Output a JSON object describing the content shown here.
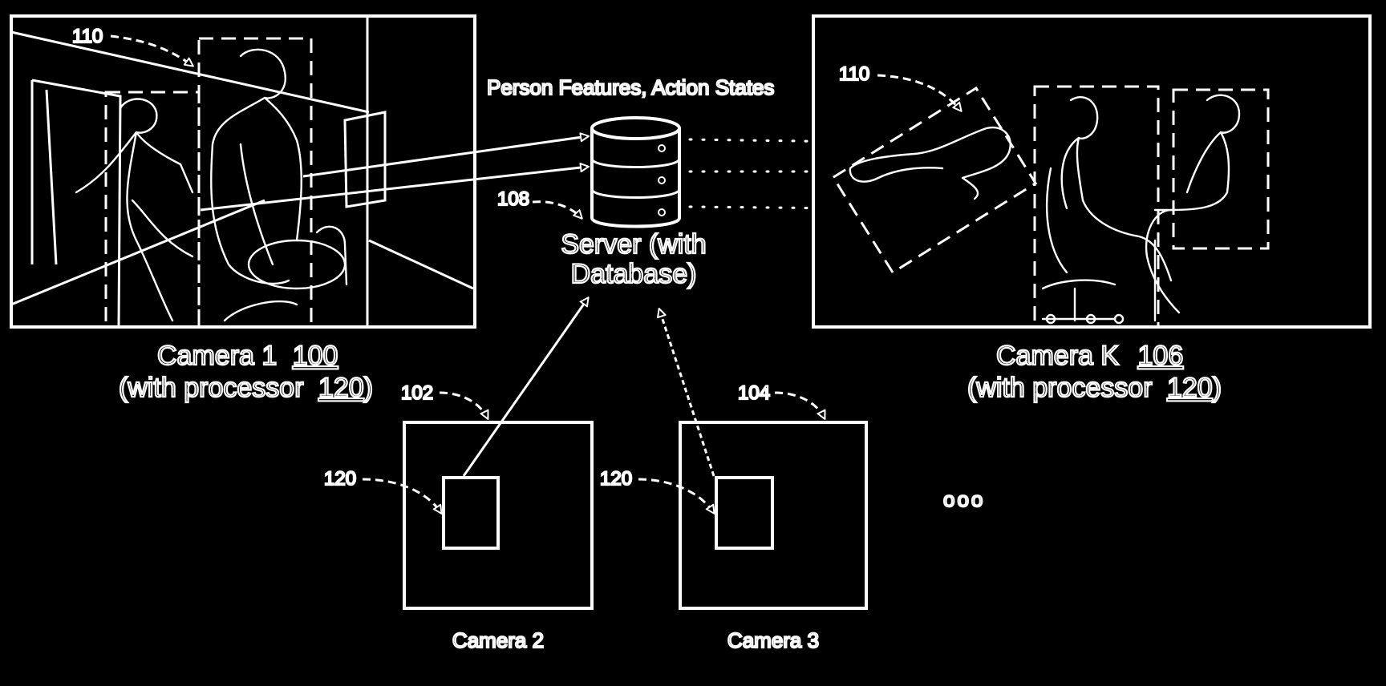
{
  "features_label": "Person Features, Action States",
  "server": {
    "ref": "108",
    "label_line1": "Server (with",
    "label_line2": "Database)"
  },
  "camera1": {
    "ref_person": "110",
    "label_prefix": "Camera 1",
    "ref": "100",
    "processor_prefix": "(with processor",
    "processor_ref": "120",
    "processor_suffix": ")"
  },
  "cameraK": {
    "ref_person": "110",
    "label_prefix": "Camera K",
    "ref": "106",
    "processor_prefix": "(with processor",
    "processor_ref": "120",
    "processor_suffix": ")"
  },
  "camera2": {
    "ref": "102",
    "processor_ref": "120",
    "label": "Camera 2"
  },
  "camera3": {
    "ref": "104",
    "processor_ref": "120",
    "label": "Camera 3"
  },
  "ellipsis": "ooo"
}
